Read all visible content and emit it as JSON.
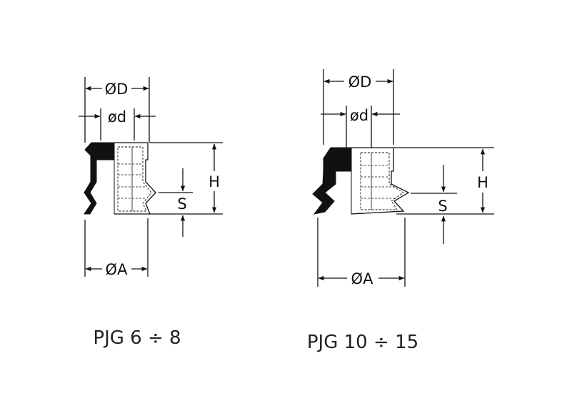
{
  "colors": {
    "ink": "#111111",
    "fill_dark": "#111111",
    "background": "#ffffff"
  },
  "left_diagram": {
    "caption": "PJG 6 ÷ 8",
    "dim_D": "ØD",
    "dim_d": "ød",
    "dim_H": "H",
    "dim_S": "S",
    "dim_A": "ØA"
  },
  "right_diagram": {
    "caption": "PJG 10 ÷ 15",
    "dim_D": "ØD",
    "dim_d": "ød",
    "dim_H": "H",
    "dim_S": "S",
    "dim_A": "ØA"
  }
}
